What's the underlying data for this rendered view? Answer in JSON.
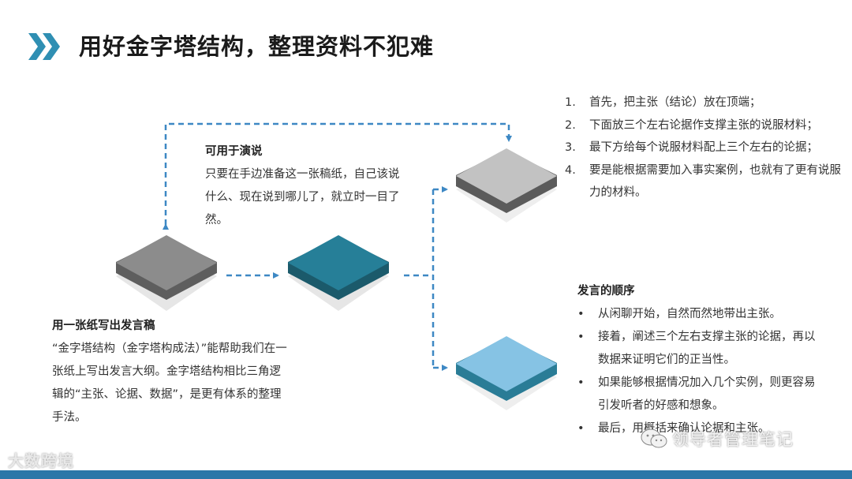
{
  "title": "用好金字塔结构，整理资料不犯难",
  "colors": {
    "accent": "#2b77a8",
    "arrow": "#3d88c4",
    "chevron": "#2f8fb3",
    "gray_block": "#8c8c8c",
    "teal_block": "#267f98",
    "light_gray_block": "#c2c2c2",
    "light_blue_block": "#86c3e4"
  },
  "usage": {
    "heading": "可用于演说",
    "body": "只要在手边准备这一张稿纸，自己该说什么、现在说到哪儿了，就立时一目了然。"
  },
  "write": {
    "heading": "用一张纸写出发言稿",
    "body": "“金字塔结构（金字塔构成法）”能帮助我们在一张纸上写出发言大纲。金字塔结构相比三角逻辑的“主张、论据、数据”，是更有体系的整理手法。"
  },
  "steps": [
    {
      "num": "1.",
      "text": "首先，把主张（结论）放在顶端；"
    },
    {
      "num": "2.",
      "text": "下面放三个左右论据作支撑主张的说服材料；"
    },
    {
      "num": "3.",
      "text": "最下方给每个说服材料配上三个左右的论据；"
    },
    {
      "num": "4.",
      "text": "要是能根据需要加入事实案例，也就有了更有说服力的材料。"
    }
  ],
  "order": {
    "heading": "发言的顺序",
    "items": [
      "从闲聊开始，自然而然地带出主张。",
      "接着，阐述三个左右支撑主张的论据，再以数据来证明它们的正当性。",
      "如果能够根据情况加入几个实例，则更容易引发听者的好感和想象。",
      "最后，用概括来确认论据和主张。"
    ]
  },
  "watermark_left": "大数跨境",
  "watermark_right": "领导者管理笔记"
}
